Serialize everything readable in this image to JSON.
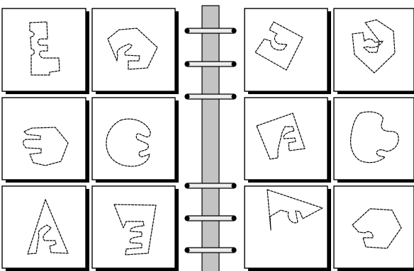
{
  "left_page": {
    "cards": [
      {
        "shape": "tall-puzzle-piece"
      },
      {
        "shape": "pentagon-with-notch"
      },
      {
        "shape": "hexagon-with-notches"
      },
      {
        "shape": "circle-with-notch"
      },
      {
        "shape": "triangle-with-notch"
      },
      {
        "shape": "trapezoid-with-notches"
      }
    ]
  },
  "right_page": {
    "cards": [
      {
        "shape": "tilted-square-with-notch"
      },
      {
        "shape": "hexagon-with-notch"
      },
      {
        "shape": "tilted-square-with-notches"
      },
      {
        "shape": "circle-with-notch"
      },
      {
        "shape": "triangle-with-notch"
      },
      {
        "shape": "pentagon-with-notch"
      }
    ]
  },
  "binding": {
    "rings_per_page": 6,
    "spine_color": "#c3c3c3"
  },
  "colors": {
    "ink": "#000000",
    "paper": "#ffffff",
    "ring": "#e6e6e6"
  }
}
